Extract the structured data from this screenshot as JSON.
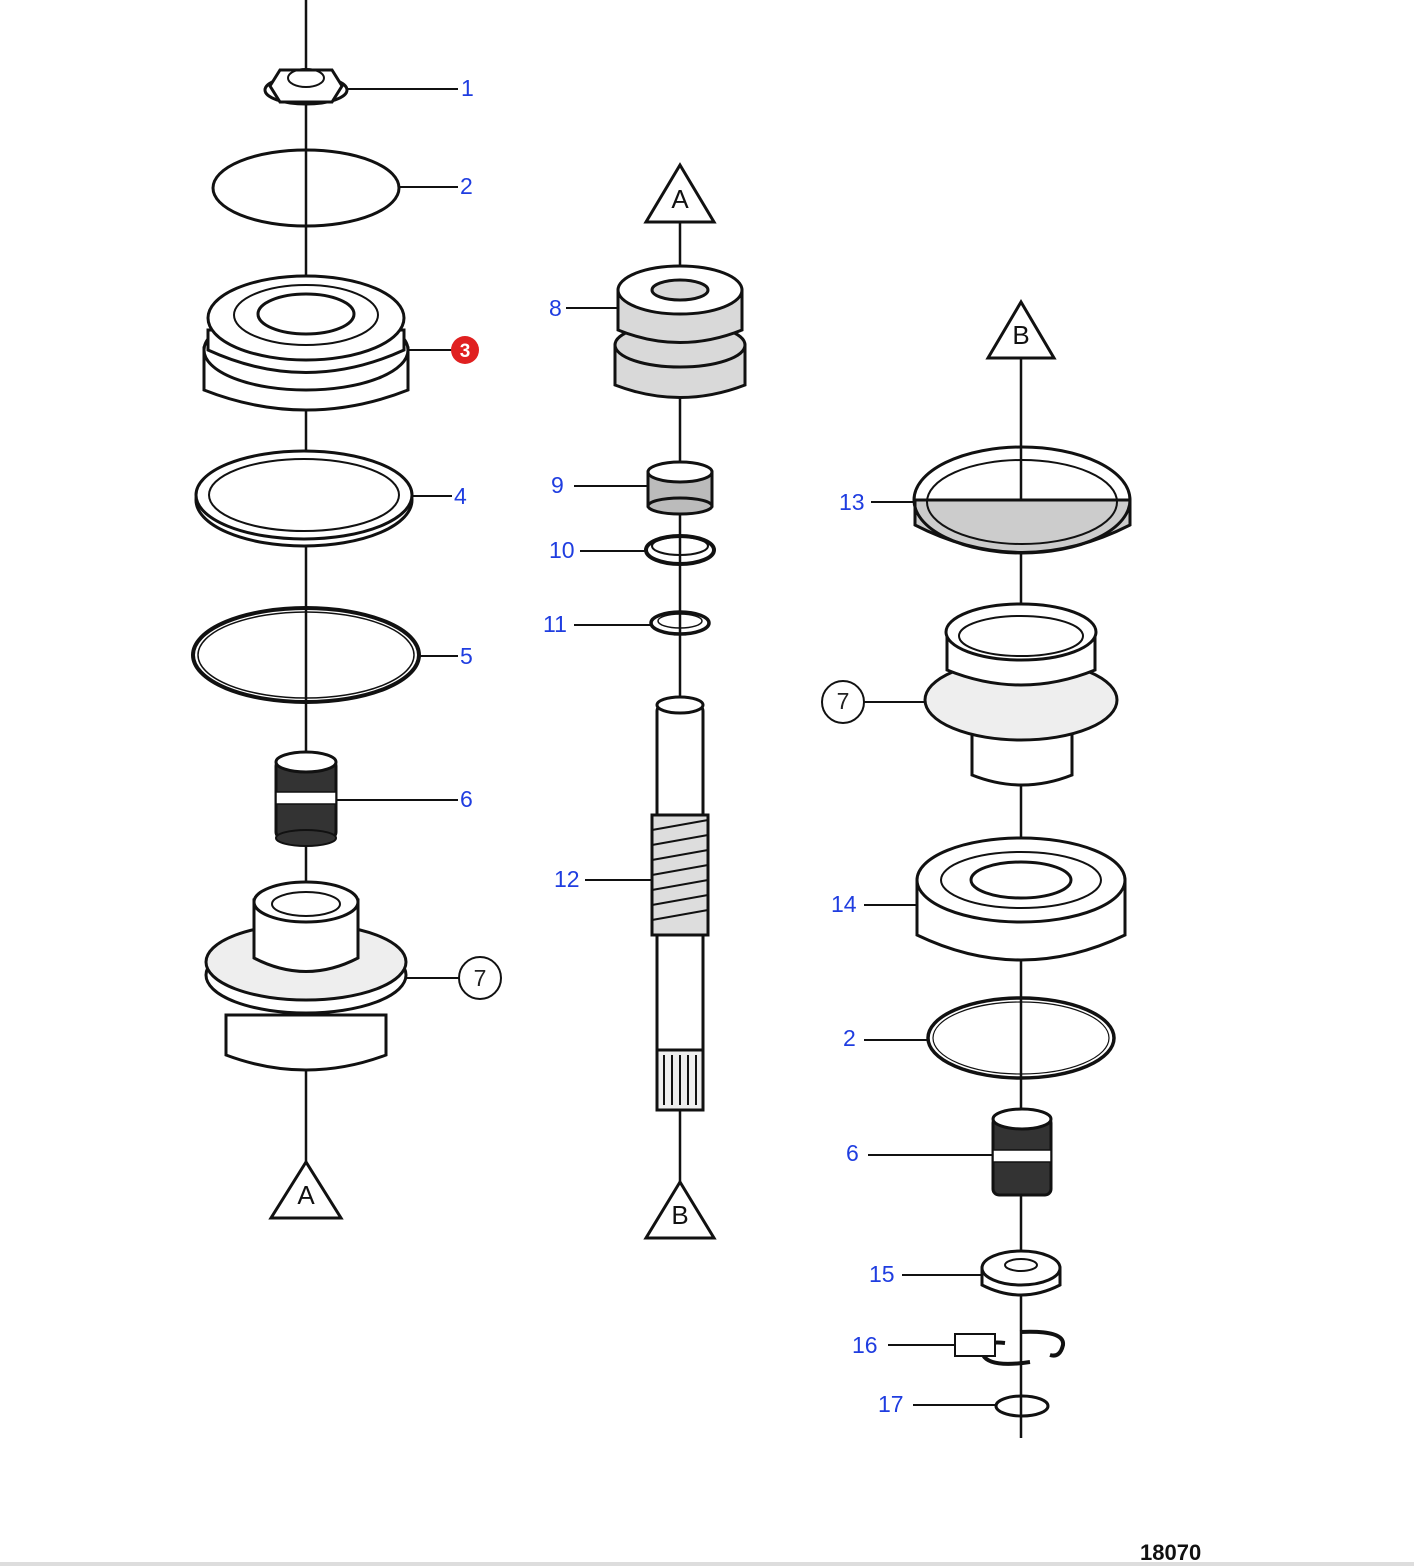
{
  "callouts": [
    {
      "id": "c1",
      "label": "1"
    },
    {
      "id": "c2a",
      "label": "2"
    },
    {
      "id": "c3",
      "label": "3",
      "highlighted": true
    },
    {
      "id": "c4",
      "label": "4"
    },
    {
      "id": "c5",
      "label": "5"
    },
    {
      "id": "c6a",
      "label": "6"
    },
    {
      "id": "c7a",
      "label": "7",
      "circled": true
    },
    {
      "id": "c8",
      "label": "8"
    },
    {
      "id": "c9",
      "label": "9"
    },
    {
      "id": "c10",
      "label": "10"
    },
    {
      "id": "c11",
      "label": "11"
    },
    {
      "id": "c12",
      "label": "12"
    },
    {
      "id": "c13",
      "label": "13"
    },
    {
      "id": "c7b",
      "label": "7",
      "circled": true
    },
    {
      "id": "c14",
      "label": "14"
    },
    {
      "id": "c2b",
      "label": "2"
    },
    {
      "id": "c6b",
      "label": "6"
    },
    {
      "id": "c15",
      "label": "15"
    },
    {
      "id": "c16",
      "label": "16"
    },
    {
      "id": "c17",
      "label": "17"
    }
  ],
  "connectors": {
    "a_top": "A",
    "a_bottom": "A",
    "b_top": "B",
    "b_bottom": "B"
  },
  "figure_id": "18070",
  "colors": {
    "callout_text": "#1f3de0",
    "highlight_marker": "#e02020",
    "line": "#111111"
  }
}
